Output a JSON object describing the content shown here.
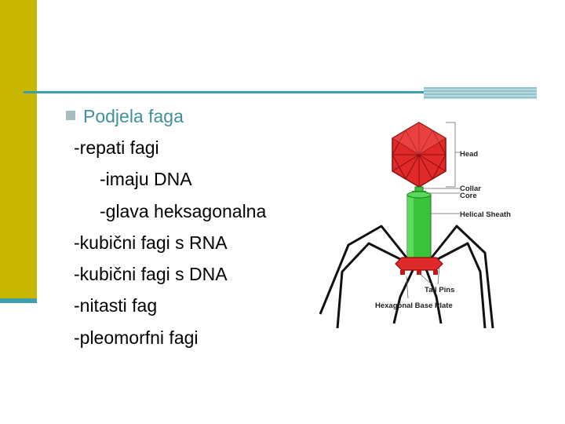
{
  "slide": {
    "heading": "Podjela faga",
    "lines": [
      "-repati fagi",
      "-imaju DNA",
      "-glava heksagonalna",
      "-kubični fagi s RNA",
      "-kubični fagi s DNA",
      "-nitasti fag",
      "-pleomorfni fagi"
    ]
  },
  "diagram": {
    "labels": {
      "head": "Head",
      "collar": "Collar",
      "core": "Core",
      "helical_sheath": "Helical Sheath",
      "tail_pins": "Tail Pins",
      "base_plate": "Hexagonal Base Plate"
    },
    "colors": {
      "head": "#e02a2a",
      "sheath": "#3cc33c",
      "base_plate": "#e02a2a",
      "legs": "#111111"
    }
  },
  "theme": {
    "accent_bar": "#c8b700",
    "rule": "#3f9fae",
    "heading_text": "#3f8f9e",
    "bullet": "#a8bdc1"
  }
}
